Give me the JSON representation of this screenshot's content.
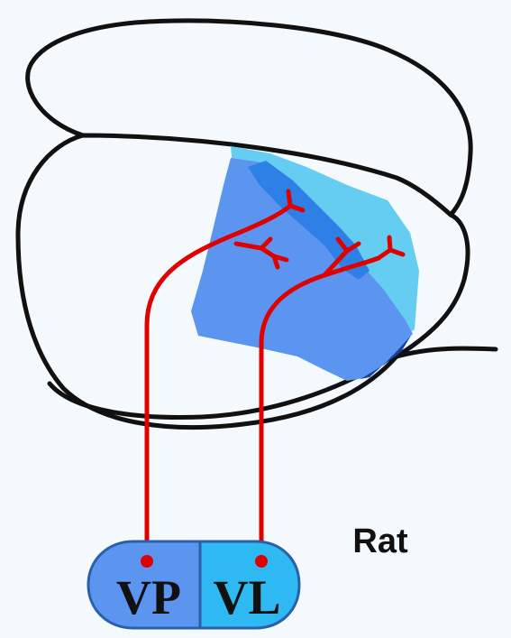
{
  "diagram": {
    "species_label": "Rat",
    "nuclei": [
      {
        "id": "vp",
        "label": "VP",
        "color": "#5b95f0"
      },
      {
        "id": "vl",
        "label": "VL",
        "color": "#2fb9f2"
      }
    ],
    "cortex_regions": {
      "medial_color": "#5b95f0",
      "lateral_color": "#65cdf2",
      "overlap_color": "#2f80e6"
    },
    "projection_color": "#e00000",
    "outline_color": "#111111"
  }
}
